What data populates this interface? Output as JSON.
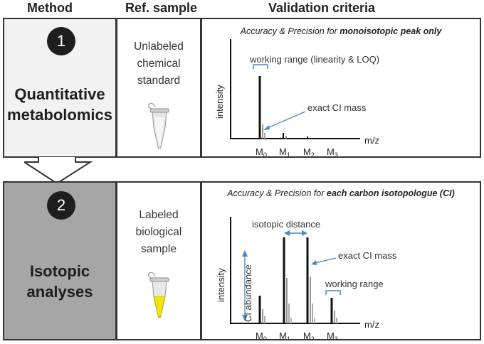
{
  "headers": {
    "method": "Method",
    "ref_sample": "Ref. sample",
    "validation": "Validation criteria"
  },
  "row1": {
    "number": "1",
    "method_line1": "Quantitative",
    "method_line2": "metabolomics",
    "ref_line1": "Unlabeled",
    "ref_line2": "chemical",
    "ref_line3": "standard",
    "criteria_prefix": "Accuracy & Precision for ",
    "criteria_bold": "monoisotopic peak only",
    "labels": {
      "working_range": "working range (linearity & LOQ)",
      "exact_mass": "exact CI mass",
      "intensity": "intensity",
      "mz": "m/z"
    },
    "peaks": [
      "M0",
      "M1",
      "M2",
      "M3"
    ]
  },
  "row2": {
    "number": "2",
    "method_line1": "Isotopic",
    "method_line2": "analyses",
    "ref_line1": "Labeled",
    "ref_line2": "biological",
    "ref_line3": "sample",
    "criteria_prefix": "Accuracy & Precision for ",
    "criteria_bold": "each carbon isotopologue (CI)",
    "labels": {
      "isotopic_distance": "isotopic distance",
      "exact_mass": "exact CI mass",
      "working_range": "working range",
      "ci_abundance": "CI abundance",
      "intensity": "intensity",
      "mz": "m/z"
    },
    "peaks": [
      "M0",
      "M1",
      "M2",
      "M3"
    ]
  },
  "colors": {
    "method1_bg": "#f2f2f2",
    "method2_bg": "#a6a6a6",
    "arrow_blue": "#4a86c8",
    "arrow_fill": "#ffffff",
    "tube_liquid_labeled": "#f2e600"
  }
}
